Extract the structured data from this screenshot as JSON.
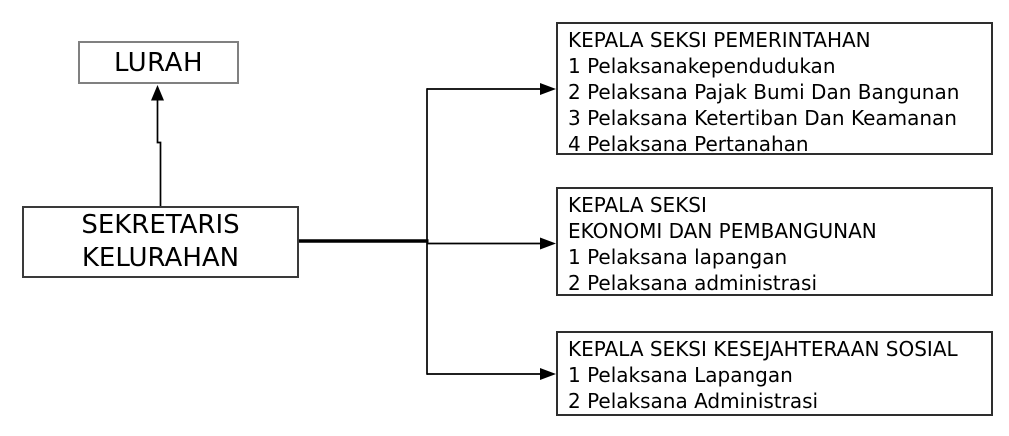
{
  "boxes": {
    "lurah": {
      "label": "LURAH"
    },
    "sekretaris": {
      "line1": "SEKRETARIS",
      "line2": "KELURAHAN"
    },
    "pemerintahan": {
      "lines": [
        "KEPALA SEKSI PEMERINTAHAN",
        "1 Pelaksanakependudukan",
        "2 Pelaksana Pajak Bumi Dan Bangunan",
        "3 Pelaksana Ketertiban Dan Keamanan",
        "4 Pelaksana Pertanahan"
      ]
    },
    "ekonomi": {
      "lines": [
        "KEPALA SEKSI",
        "EKONOMI DAN PEMBANGUNAN",
        "1 Pelaksana lapangan",
        "2 Pelaksana administrasi"
      ]
    },
    "kesejahteraan": {
      "lines": [
        "KEPALA SEKSI KESEJAHTERAAN SOSIAL",
        "1 Pelaksana Lapangan",
        "2 Pelaksana Administrasi"
      ]
    }
  },
  "colors": {
    "background": "#ffffff",
    "connector_line": "#000000",
    "lurah_border": "#808080",
    "dark_border": "#3a3a3a",
    "text": "#000000"
  }
}
